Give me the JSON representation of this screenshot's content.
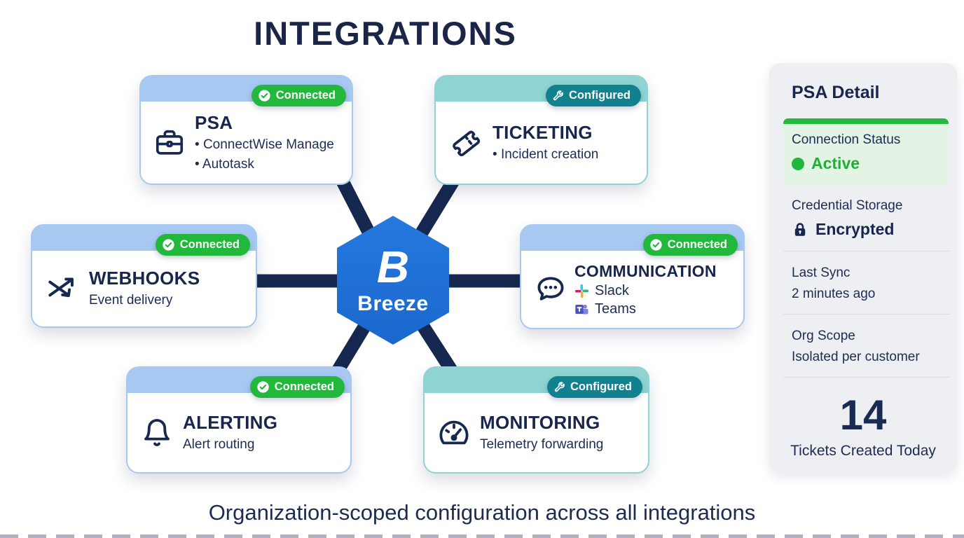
{
  "title": "INTEGRATIONS",
  "footer": "Organization-scoped configuration across all integrations",
  "hub": {
    "logo_letter": "B",
    "name": "Breeze"
  },
  "cards": [
    {
      "title": "PSA",
      "status": "Connected",
      "icon": "briefcase-icon",
      "items": [
        "ConnectWise Manage",
        "Autotask"
      ]
    },
    {
      "title": "TICKETING",
      "status": "Configured",
      "icon": "ticket-icon",
      "items": [
        "Incident creation"
      ]
    },
    {
      "title": "WEBHOOKS",
      "status": "Connected",
      "icon": "shuffle-arrows-icon",
      "subtitle": "Event delivery"
    },
    {
      "title": "COMMUNICATION",
      "status": "Connected",
      "icon": "chat-bubble-icon",
      "apps": [
        {
          "name": "Slack",
          "icon": "slack-icon"
        },
        {
          "name": "Teams",
          "icon": "teams-icon"
        }
      ]
    },
    {
      "title": "ALERTING",
      "status": "Connected",
      "icon": "bell-icon",
      "subtitle": "Alert routing"
    },
    {
      "title": "MONITORING",
      "status": "Configured",
      "icon": "gauge-icon",
      "subtitle": "Telemetry forwarding"
    }
  ],
  "panel": {
    "title": "PSA Detail",
    "rows": [
      {
        "label": "Connection Status",
        "value": "Active"
      },
      {
        "label": "Credential Storage",
        "value": "Encrypted"
      },
      {
        "label": "Last Sync",
        "value": "2 minutes ago"
      },
      {
        "label": "Org Scope",
        "value": "Isolated per customer"
      }
    ],
    "metric": {
      "value": "14",
      "label": "Tickets Created Today"
    }
  },
  "colors": {
    "navy": "#1A2B52",
    "connector": "#16284F",
    "hub_blue": "#1C70D8",
    "light_blue": "#A7C9F1",
    "teal_strip": "#8FD4D2",
    "badge_green": "#22B83C",
    "badge_teal": "#11808F",
    "panel_bg": "#EDEFF3",
    "status_green_bg": "#E3F4E4",
    "active_green": "#1FAE3A"
  }
}
